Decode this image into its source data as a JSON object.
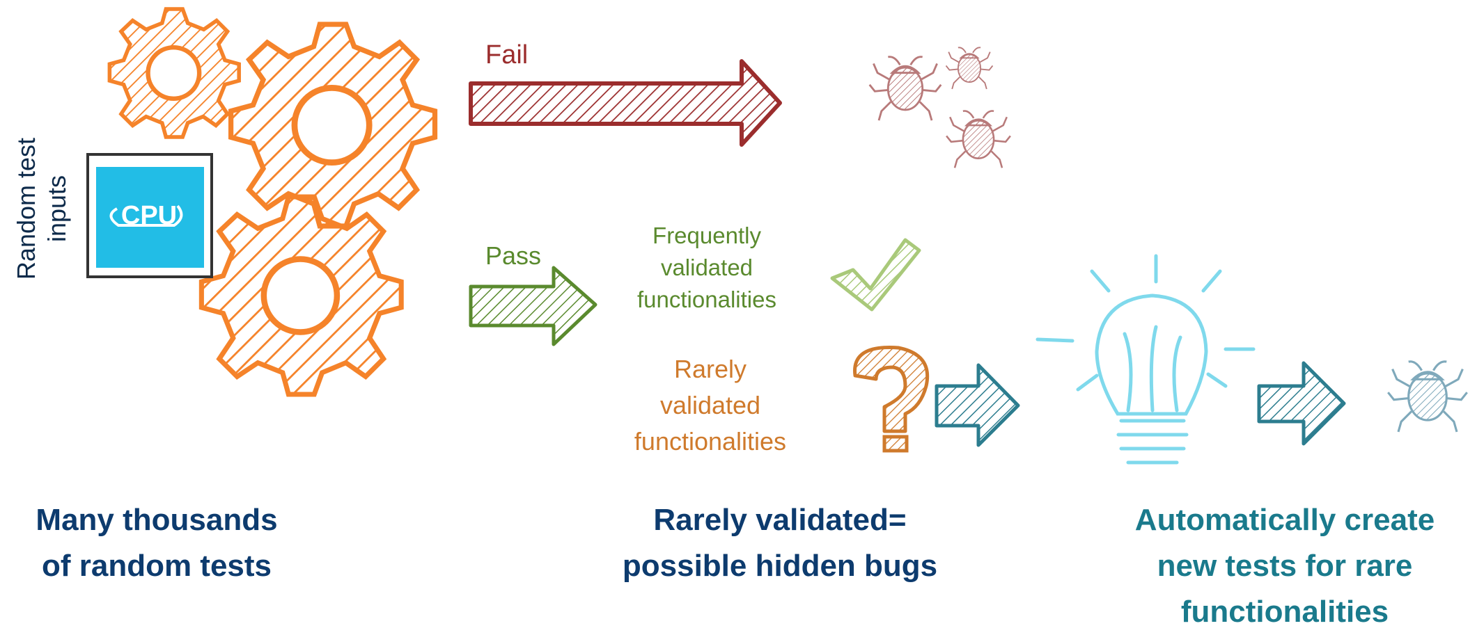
{
  "labels": {
    "random_inputs_line1": "Random test",
    "random_inputs_line2": "inputs",
    "cpu": "CPU",
    "fail": "Fail",
    "pass": "Pass",
    "frequent_line1": "Frequently",
    "frequent_line2": "validated",
    "frequent_line3": "functionalities",
    "rare_line1": "Rarely",
    "rare_line2": "validated",
    "rare_line3": "functionalities",
    "question_mark": "?"
  },
  "captions": {
    "left_line1": "Many thousands",
    "left_line2": "of random tests",
    "middle_line1": "Rarely validated=",
    "middle_line2": "possible hidden bugs",
    "right_line1": "Automatically create",
    "right_line2": "new tests for rare",
    "right_line3": "functionalities"
  },
  "colors": {
    "gear": "#f5832a",
    "fail": "#9b2d2d",
    "pass": "#5a8a2e",
    "check": "#a9c97a",
    "rare": "#cf7a2c",
    "teal": "#2c7d8f",
    "bug_red": "#b87a7a",
    "bulb": "#7fd9ec",
    "bug_blue": "#7fa9bb",
    "cpu_bg": "#22bde6",
    "navy": "#0d3b6e",
    "teal_caption": "#1a7a8c",
    "text_dark": "#0d2a4a"
  },
  "icons": [
    "gear-icon",
    "cpu-chip-icon",
    "fail-arrow-icon",
    "pass-arrow-icon",
    "bug-icon",
    "check-icon",
    "question-icon",
    "lightbulb-icon"
  ]
}
